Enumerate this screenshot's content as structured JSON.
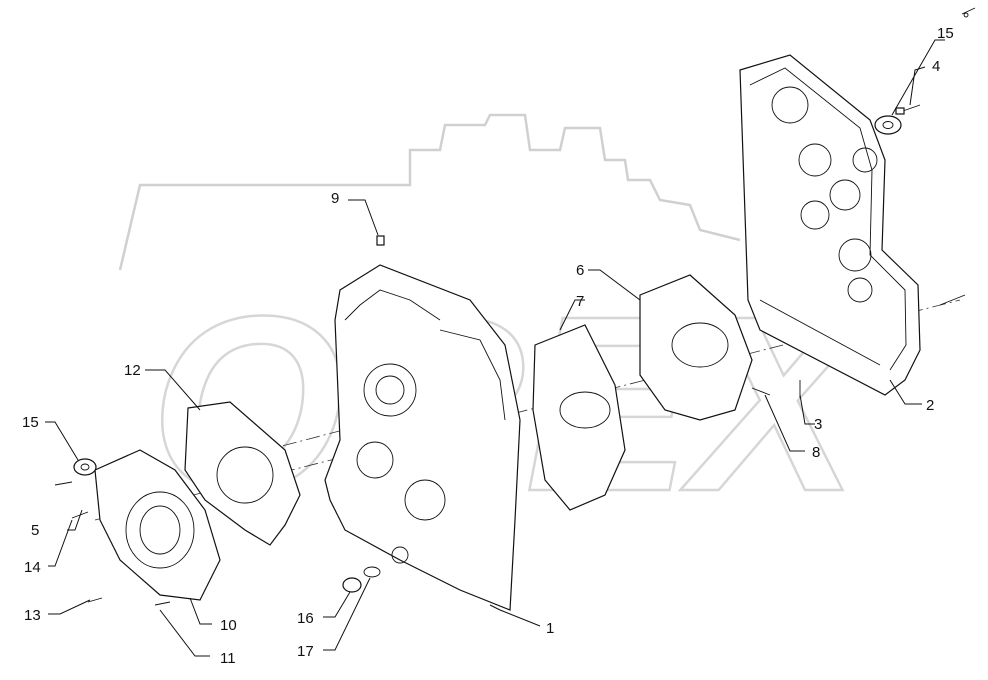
{
  "diagram": {
    "callouts": {
      "c1": "1",
      "c2": "2",
      "c3": "3",
      "c4": "4",
      "c5": "5",
      "c6": "6",
      "c7": "7",
      "c8": "8",
      "c9": "9",
      "c10": "10",
      "c11": "11",
      "c12": "12",
      "c13": "13",
      "c14": "14",
      "c15a": "15",
      "c15b": "15",
      "c16": "16",
      "c17": "17"
    },
    "watermark": "OREX"
  }
}
